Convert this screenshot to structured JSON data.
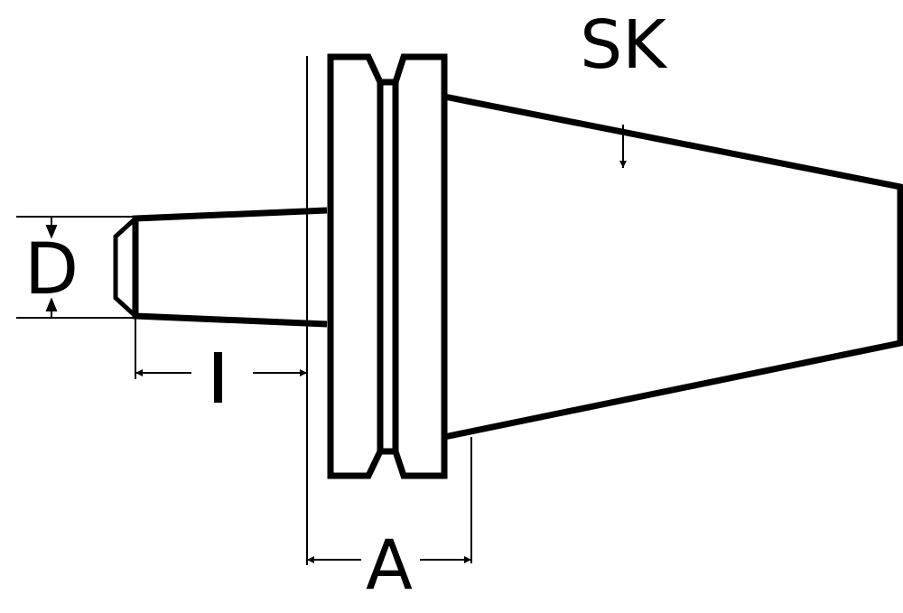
{
  "labels": {
    "sk": "SK",
    "d": "D",
    "l": "l",
    "a": "A"
  },
  "colors": {
    "stroke": "#000000",
    "background": "#ffffff"
  }
}
